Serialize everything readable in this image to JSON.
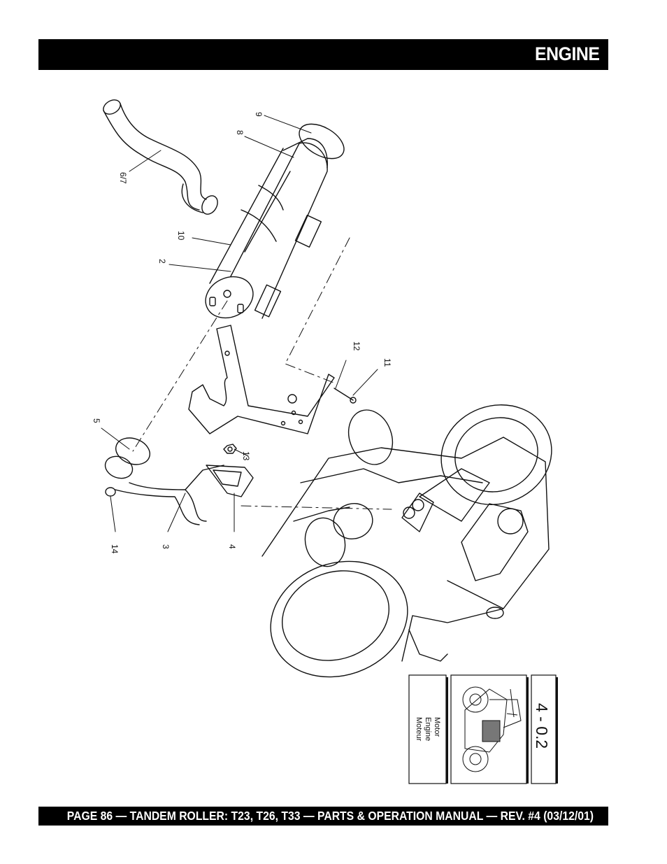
{
  "header": {
    "title": "ENGINE"
  },
  "footer": {
    "text": "PAGE 86 — TANDEM ROLLER: T23, T26, T33 — PARTS & OPERATION MANUAL — REV. #4 (03/12/01)"
  },
  "diagram": {
    "callouts": [
      "9",
      "8",
      "6/7",
      "10",
      "2",
      "12",
      "11",
      "5",
      "13",
      "14",
      "3",
      "4"
    ]
  },
  "section_tab": {
    "labels": [
      "Motor",
      "Engine",
      "Moteur"
    ],
    "number": "4 - 0.2"
  }
}
